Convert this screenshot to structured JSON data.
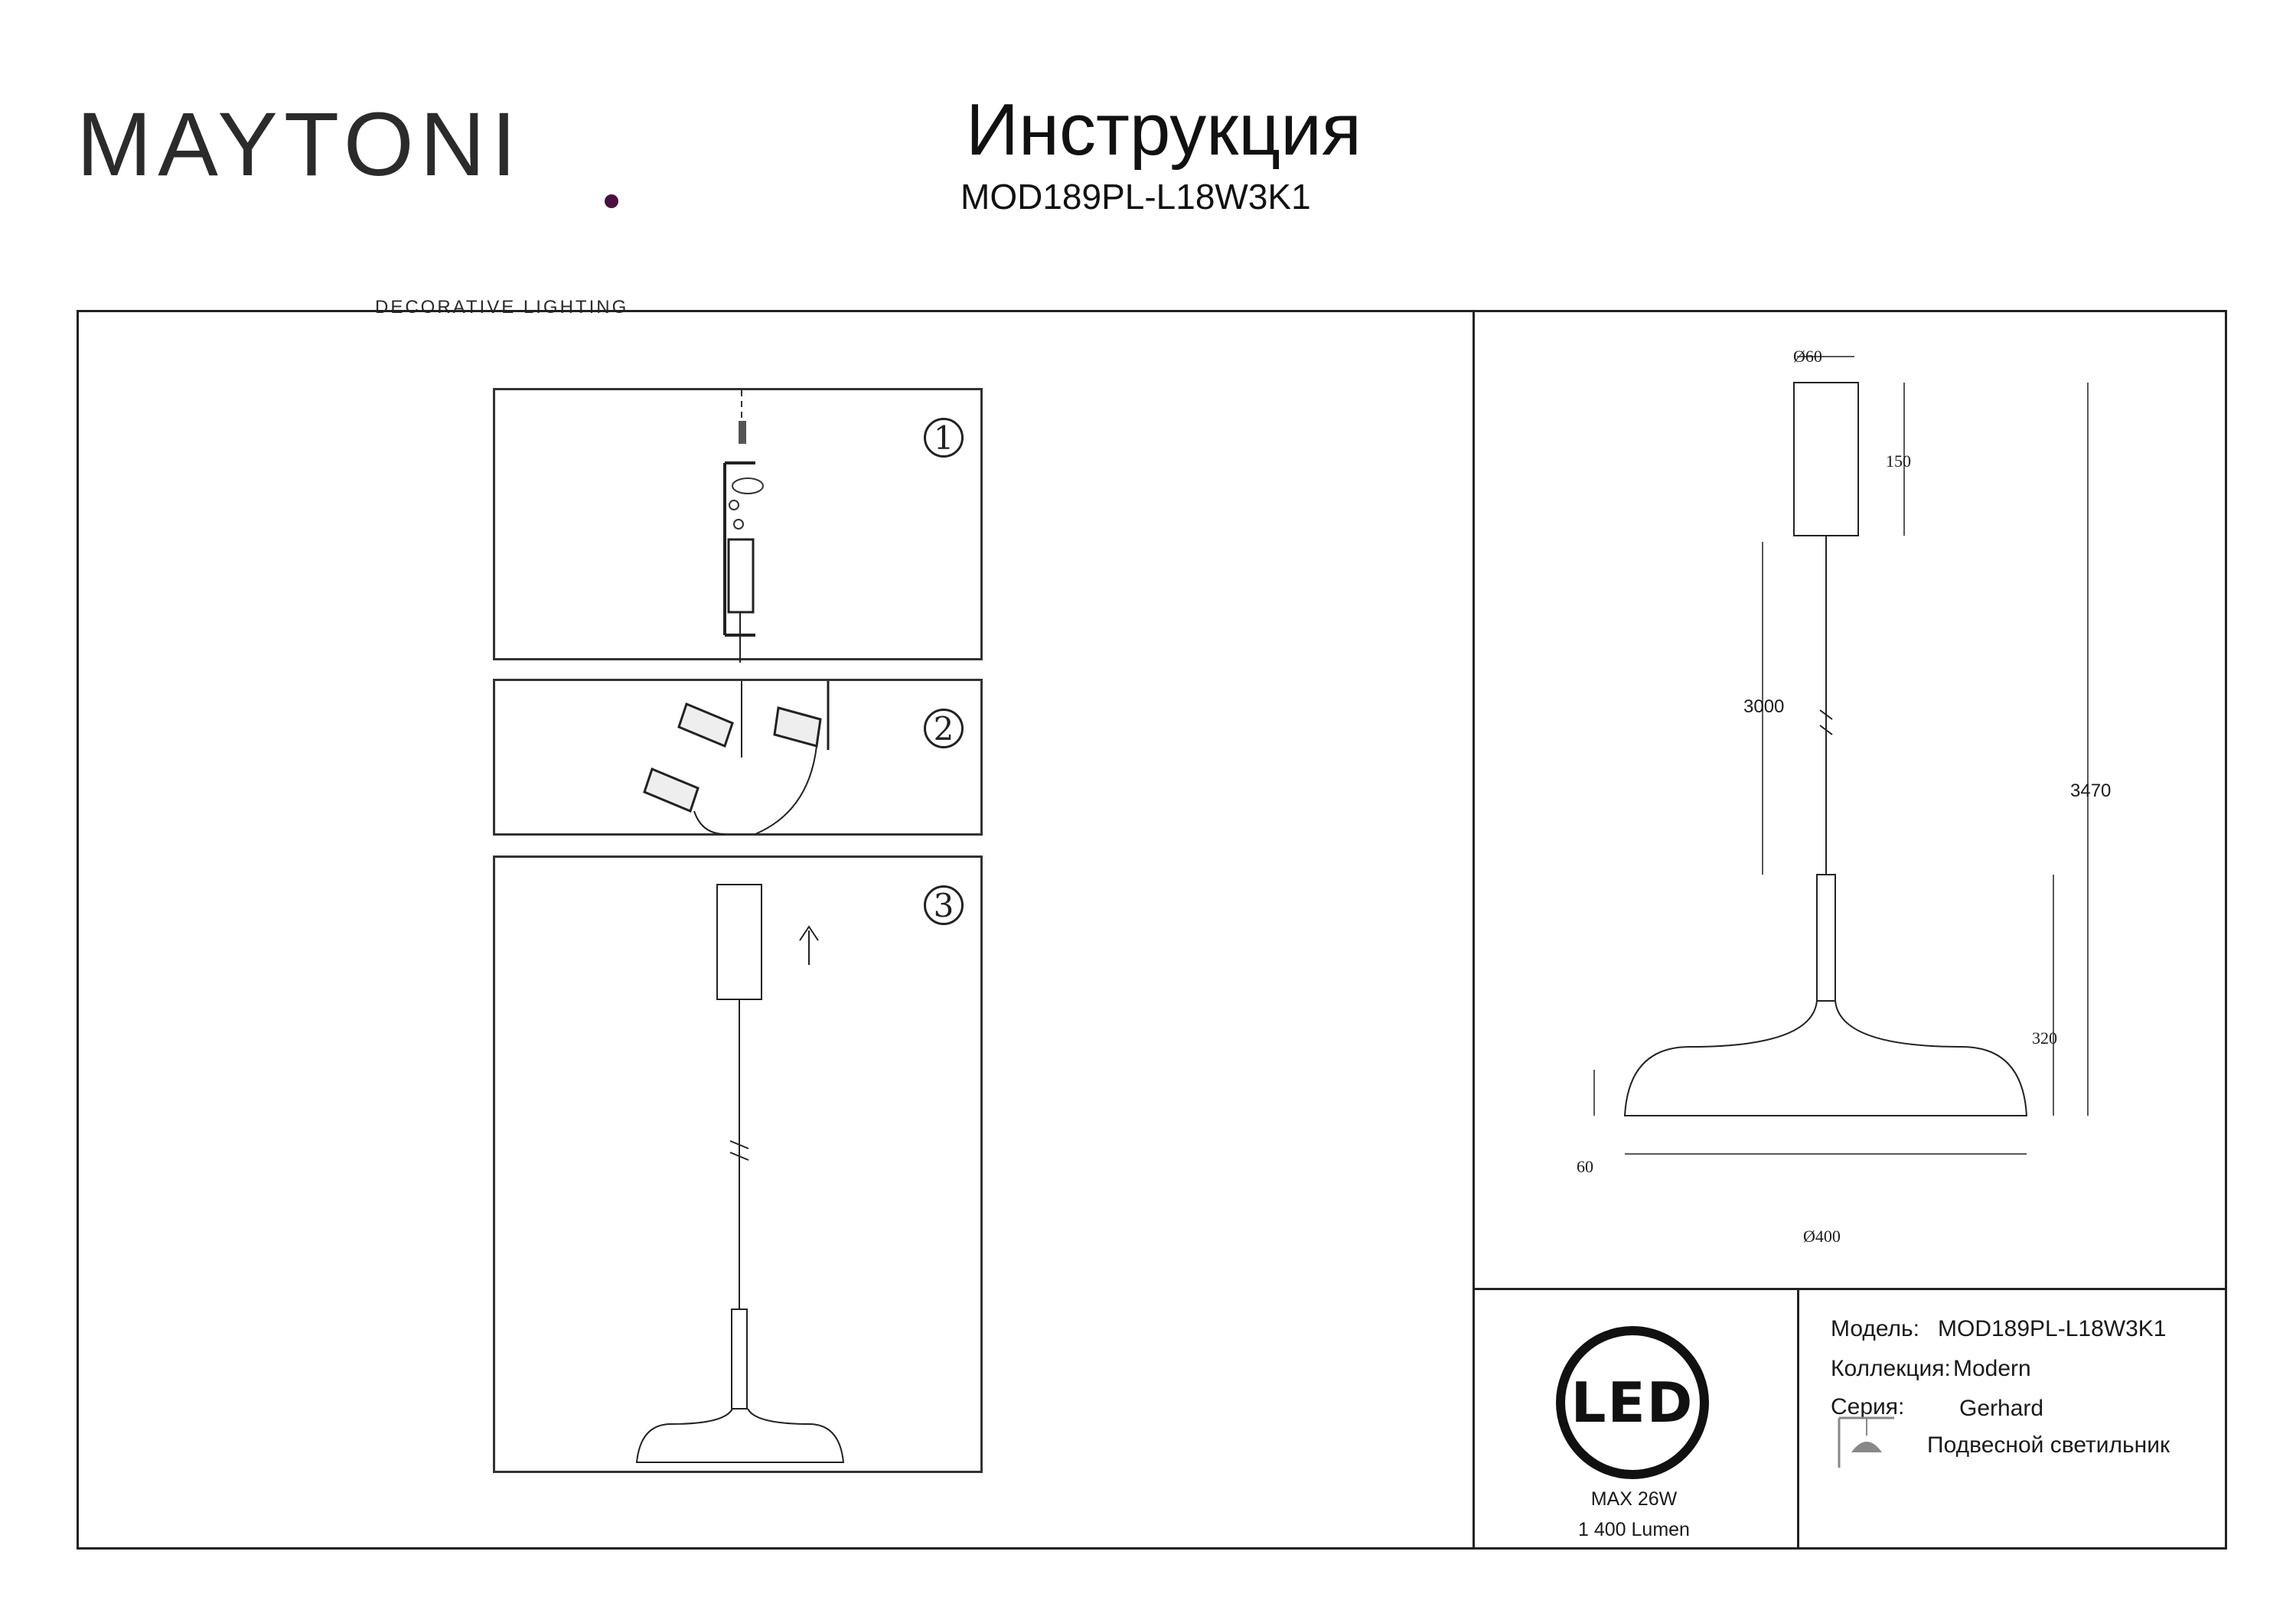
{
  "brand": {
    "name": "MAYTONI",
    "tagline": "DECORATIVE LIGHTING",
    "accent_color": "#4a1040"
  },
  "header": {
    "title": "Инструкция",
    "model_code": "MOD189PL-L18W3K1"
  },
  "steps": [
    {
      "number": "1"
    },
    {
      "number": "2"
    },
    {
      "number": "3"
    }
  ],
  "dimensions": {
    "canopy_diameter": "Ø60",
    "canopy_height": "150",
    "cable_length": "3000",
    "total_height": "3470",
    "body_height": "320",
    "shade_height": "60",
    "shade_diameter": "Ø400"
  },
  "led_badge": {
    "label": "LED",
    "power": "MAX 26W",
    "lumen": "1 400 Lumen"
  },
  "specs": {
    "model_label": "Модель:",
    "model_value": "MOD189PL-L18W3K1",
    "collection_label": "Коллекция:",
    "collection_value": "Modern",
    "series_label": "Серия:",
    "series_value": "Gerhard",
    "type_value": "Подвесной светильник",
    "type_icon": "pendant-lamp-icon"
  }
}
